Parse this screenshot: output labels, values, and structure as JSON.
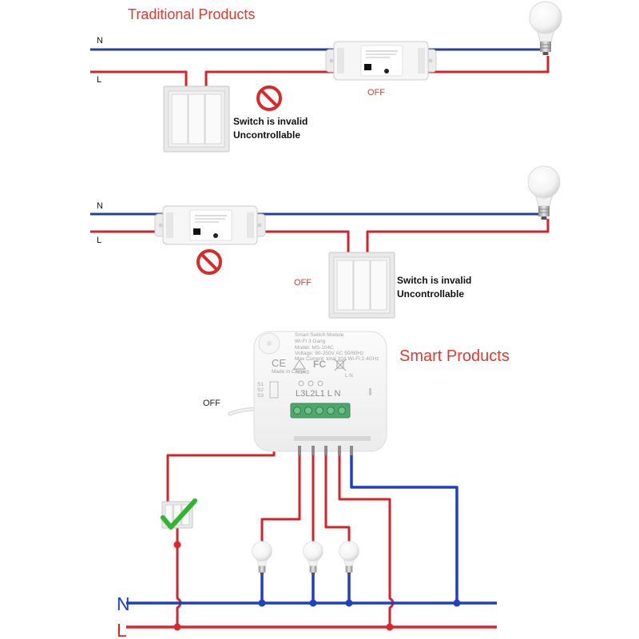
{
  "traditional": {
    "title": "Traditional Products",
    "case1": {
      "n_label": "N",
      "l_label": "L",
      "status": "OFF",
      "note_line1": "Switch is invalid",
      "note_line2": "Uncontrollable"
    },
    "case2": {
      "n_label": "N",
      "l_label": "L",
      "status": "OFF",
      "note_line1": "Switch is invalid",
      "note_line2": "Uncontrollable"
    }
  },
  "smart": {
    "title": "Smart Products",
    "status": "OFF",
    "module": {
      "line1": "Smart Switch Module",
      "line2": "Wi-Fi 3 Gang",
      "line3": "Model: MS-104C",
      "line4": "Voltage: 90-250V AC 50/60Hz",
      "line5": "Max Current: total 10A Wi-Fi:2.4GHz",
      "made_in": "Made in China",
      "ce_mark": "CE",
      "fc_mark": "FC",
      "rohs_mark": "RoHS",
      "s1": "S1",
      "s2": "S2",
      "s3": "S3",
      "ln_top": "L N",
      "terminals": "L3L2L1 L N"
    },
    "n_label": "N",
    "l_label": "L"
  },
  "icons": [
    "light-bulb-icon",
    "wifi-relay-module",
    "wall-switch-icon",
    "prohibited-icon",
    "check-mark-icon",
    "smart-switch-module"
  ],
  "colors": {
    "neutral_wire": "#26409a",
    "live_wire": "#d4232b",
    "neutral_bus": "#1e3fc8",
    "live_bus": "#e0242b",
    "title": "#e23a2f",
    "check": "#2fb52f"
  }
}
